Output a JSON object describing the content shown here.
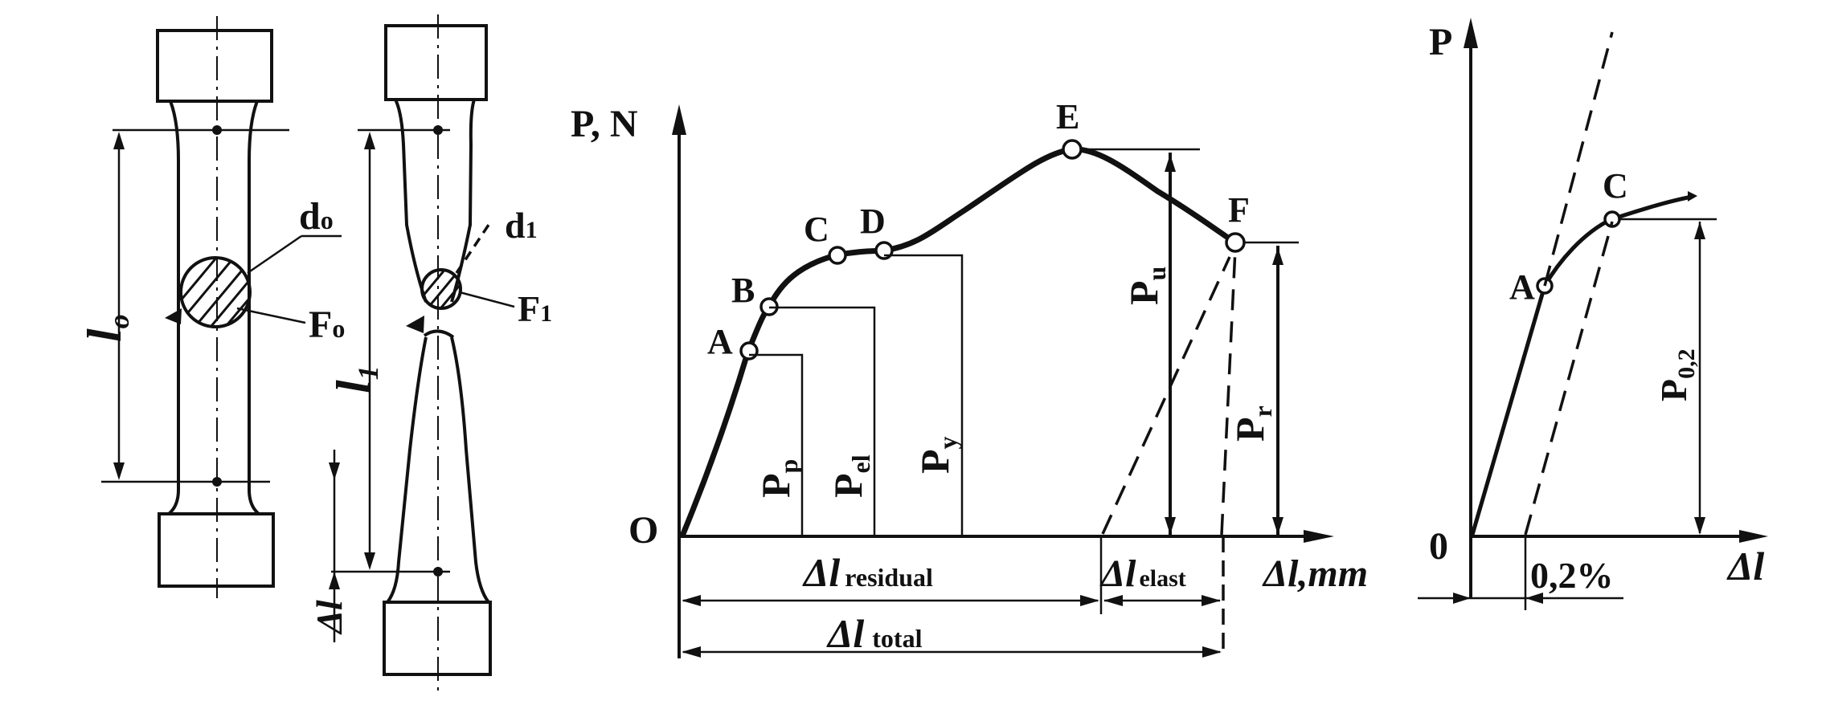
{
  "specimen_before": {
    "gauge_length": "l",
    "gauge_length_sub": "o",
    "diameter": "d",
    "diameter_sub": "o",
    "area": "F",
    "area_sub": "o"
  },
  "specimen_after": {
    "gauge_length": "l",
    "gauge_length_sub": "1",
    "diameter": "d",
    "diameter_sub": "1",
    "area": "F",
    "area_sub": "1",
    "elongation": "Δl"
  },
  "tension_diagram": {
    "y_axis": "P, N",
    "x_axis": "Δl,mm",
    "origin": "O",
    "points": [
      "A",
      "B",
      "C",
      "D",
      "E",
      "F"
    ],
    "forces": [
      {
        "base": "P",
        "sub": "p"
      },
      {
        "base": "P",
        "sub": "el"
      },
      {
        "base": "P",
        "sub": "y"
      },
      {
        "base": "P",
        "sub": "u"
      },
      {
        "base": "P",
        "sub": "r"
      }
    ],
    "residual": {
      "base": "Δl",
      "sub": "residual"
    },
    "elastic": {
      "base": "Δl",
      "sub": "elast"
    },
    "total": {
      "base": "Δl",
      "sub": "total"
    }
  },
  "offset_diagram": {
    "y_axis": "P",
    "x_axis": "Δl",
    "origin": "0",
    "points": [
      "A",
      "C"
    ],
    "proof_force": {
      "base": "P",
      "sub": "0,2"
    },
    "offset": "0,2%"
  }
}
